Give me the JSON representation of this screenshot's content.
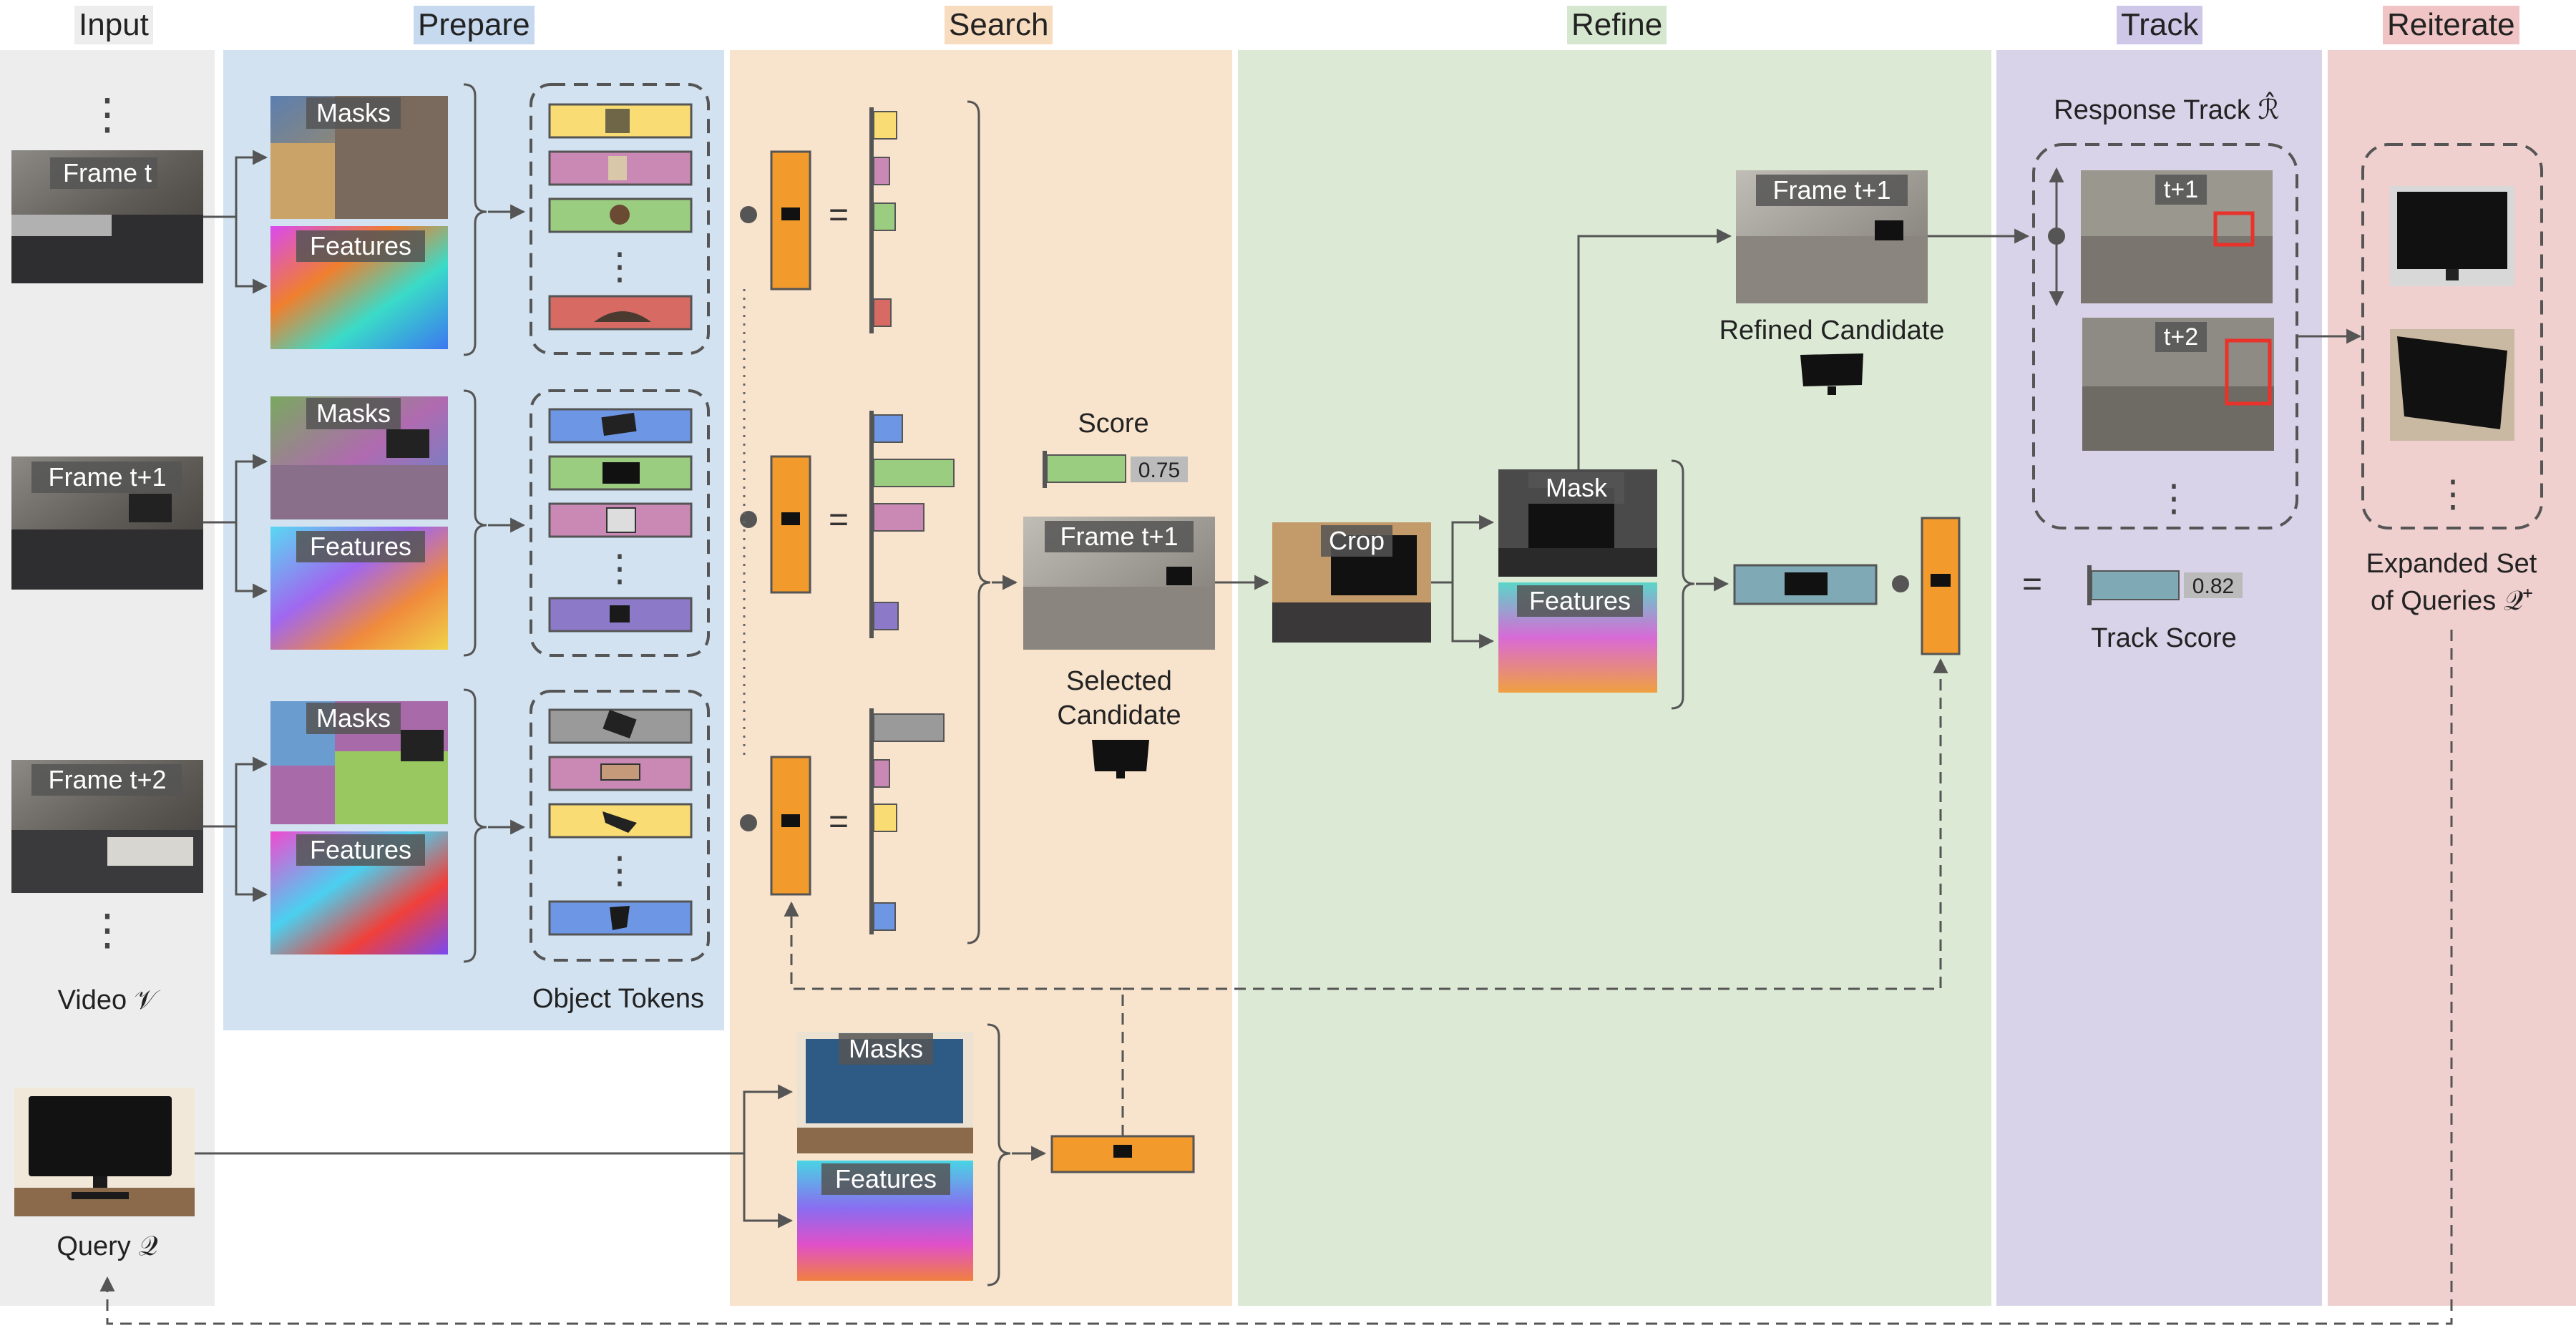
{
  "sections": [
    {
      "id": "input",
      "title": "Input",
      "bg": "#ededed",
      "title_bg": "#ededed"
    },
    {
      "id": "prepare",
      "title": "Prepare",
      "bg": "#d2e2f1",
      "title_bg": "#c6d9ee"
    },
    {
      "id": "search",
      "title": "Search",
      "bg": "#f8e3cc",
      "title_bg": "#f8dcc0"
    },
    {
      "id": "refine",
      "title": "Refine",
      "bg": "#dce9d5",
      "title_bg": "#d5e8cf"
    },
    {
      "id": "track",
      "title": "Track",
      "bg": "#d8d3e8",
      "title_bg": "#cfc7e8"
    },
    {
      "id": "reiterate",
      "title": "Reiterate",
      "bg": "#f0cfcf",
      "title_bg": "#f0c4c4"
    }
  ],
  "input": {
    "frames": [
      "Frame t",
      "Frame t+1",
      "Frame t+2"
    ],
    "video_label": "Video 𝒱",
    "query_label": "Query 𝒬",
    "ellipsis": "⋮"
  },
  "prepare": {
    "masks_label": "Masks",
    "features_label": "Features",
    "object_tokens_label": "Object Tokens"
  },
  "search": {
    "equals": "=",
    "score_label": "Score",
    "score_value": "0.75",
    "score_fraction": 0.75,
    "candidate_frame_label": "Frame t+1",
    "selected_candidate_label_1": "Selected",
    "selected_candidate_label_2": "Candidate",
    "query_masks_label": "Masks",
    "query_features_label": "Features"
  },
  "refine": {
    "crop_label": "Crop",
    "mask_label": "Mask",
    "features_label": "Features",
    "refined_frame_label": "Frame t+1",
    "refined_candidate_label": "Refined Candidate"
  },
  "track": {
    "response_track_label": "Response Track ℛ̂",
    "track_frames": [
      "t+1",
      "t+2"
    ],
    "equals": "=",
    "track_score_label": "Track Score",
    "track_score_value": "0.82",
    "track_score_fraction": 0.82
  },
  "reiterate": {
    "expanded_label_1": "Expanded Set",
    "expanded_label_2": "of Queries 𝒬⁺"
  },
  "colors": {
    "orange": "#f29b2c",
    "yellow": "#f9dd74",
    "pink": "#c989b4",
    "green": "#9bcd80",
    "red": "#d86a64",
    "blue": "#6d96e4",
    "purple": "#8c7ac8",
    "gray": "#9a9a9a",
    "teal": "#7fa9b5",
    "arrow": "#555555"
  }
}
